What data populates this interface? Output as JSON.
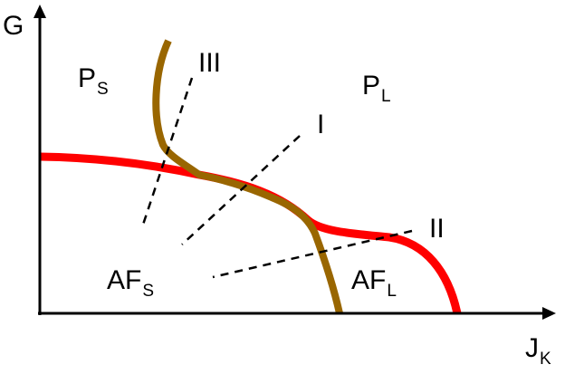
{
  "diagram": {
    "type": "phase-diagram",
    "axes": {
      "y_label": "G",
      "x_label_main": "J",
      "x_label_sub": "K"
    },
    "regions": [
      {
        "main": "P",
        "sub": "S"
      },
      {
        "main": "P",
        "sub": "L"
      },
      {
        "main": "AF",
        "sub": "S"
      },
      {
        "main": "AF",
        "sub": "L"
      }
    ],
    "paths": [
      {
        "label": "I"
      },
      {
        "label": "II"
      },
      {
        "label": "III"
      }
    ],
    "colors": {
      "red_boundary": "#ff0000",
      "brown_boundary": "#996600",
      "axes": "#000000",
      "dashed_paths": "#000000"
    }
  }
}
